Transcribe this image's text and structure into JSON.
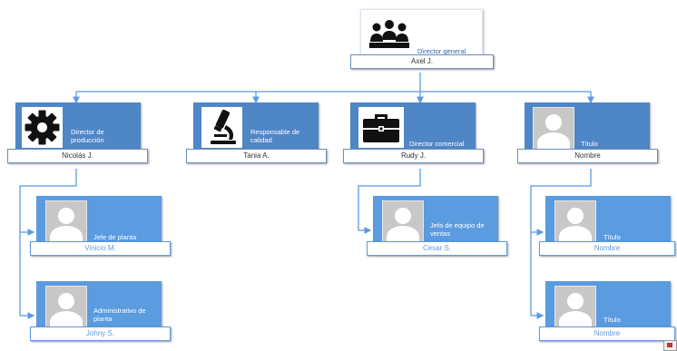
{
  "root": {
    "title": "Director general",
    "name": "Axel J.",
    "icon": "group-people-icon"
  },
  "level1": [
    {
      "key": "production",
      "title": "Director de producción",
      "name": "Nicolás J.",
      "icon": "gear-icon"
    },
    {
      "key": "quality",
      "title": "Responsable de calidad",
      "name": "Tania A.",
      "icon": "microscope-icon"
    },
    {
      "key": "commercial",
      "title": "Director comercial",
      "name": "Rudy J.",
      "icon": "briefcase-icon"
    },
    {
      "key": "placeholder",
      "title": "Título",
      "name": "Nombre",
      "icon": "person-avatar-icon"
    }
  ],
  "level2": [
    {
      "key": "plant-head",
      "parent": "production",
      "title": "Jefe de planta",
      "name": "Vinicio M.",
      "icon": "person-avatar-icon"
    },
    {
      "key": "plant-admin",
      "parent": "production",
      "title": "Administrativo de planta",
      "name": "Johny S.",
      "icon": "person-avatar-icon"
    },
    {
      "key": "sales-head",
      "parent": "commercial",
      "title": "Jefa de equipo de ventas",
      "name": "Cesar S.",
      "icon": "person-avatar-icon"
    },
    {
      "key": "placeholder-1",
      "parent": "placeholder",
      "title": "Título",
      "name": "Nombre",
      "icon": "person-avatar-icon"
    },
    {
      "key": "placeholder-2",
      "parent": "placeholder",
      "title": "Título",
      "name": "Nombre",
      "icon": "person-avatar-icon"
    }
  ],
  "colors": {
    "card": "#4f86c6",
    "child_card": "#5b9be0",
    "connector": "#5b9be0",
    "name_border": "#6d8fbe"
  }
}
